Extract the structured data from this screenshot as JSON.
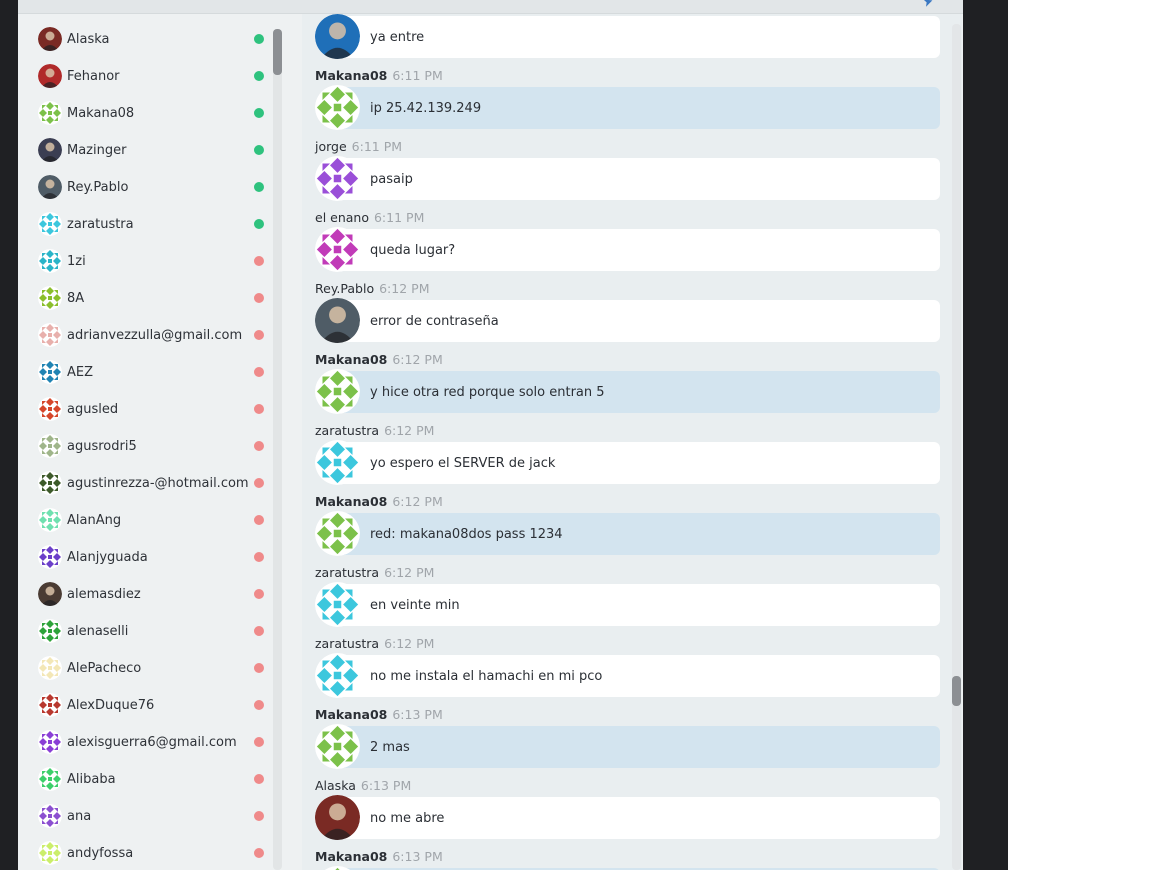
{
  "colors": {
    "online": "#2ec27e",
    "offline": "#ef8a8a",
    "own_bubble": "#d3e4ef",
    "other_bubble": "#ffffff",
    "accent": "#3a78c2"
  },
  "sidebar": {
    "users": [
      {
        "name": "Alaska",
        "status": "online",
        "avatar": {
          "type": "photo",
          "color": "#7a2a24"
        }
      },
      {
        "name": "Fehanor",
        "status": "online",
        "avatar": {
          "type": "photo",
          "color": "#b02a2a"
        }
      },
      {
        "name": "Makana08",
        "status": "online",
        "avatar": {
          "type": "identicon",
          "color": "#7cc14a"
        }
      },
      {
        "name": "Mazinger",
        "status": "online",
        "avatar": {
          "type": "photo",
          "color": "#3b3e52"
        }
      },
      {
        "name": "Rey.Pablo",
        "status": "online",
        "avatar": {
          "type": "photo",
          "color": "#4f5c66"
        }
      },
      {
        "name": "zaratustra",
        "status": "online",
        "avatar": {
          "type": "identicon",
          "color": "#3cc7dd"
        }
      },
      {
        "name": "1zi",
        "status": "offline",
        "avatar": {
          "type": "identicon",
          "color": "#2bb4c8"
        }
      },
      {
        "name": "8A",
        "status": "offline",
        "avatar": {
          "type": "identicon",
          "color": "#8bbf2c"
        }
      },
      {
        "name": "adrianvezzulla@gmail.com",
        "status": "offline",
        "avatar": {
          "type": "identicon",
          "color": "#e8b0ac"
        }
      },
      {
        "name": "AEZ",
        "status": "offline",
        "avatar": {
          "type": "identicon",
          "color": "#1f83b3"
        }
      },
      {
        "name": "agusled",
        "status": "offline",
        "avatar": {
          "type": "identicon",
          "color": "#d6462a"
        }
      },
      {
        "name": "agusrodri5",
        "status": "offline",
        "avatar": {
          "type": "identicon",
          "color": "#9fb58a"
        }
      },
      {
        "name": "agustinrezza-@hotmail.com",
        "status": "offline",
        "avatar": {
          "type": "identicon",
          "color": "#3d5a2a"
        }
      },
      {
        "name": "AlanAng",
        "status": "offline",
        "avatar": {
          "type": "identicon",
          "color": "#6fe0b0"
        }
      },
      {
        "name": "Alanjyguada",
        "status": "offline",
        "avatar": {
          "type": "identicon",
          "color": "#6b3fc9"
        }
      },
      {
        "name": "alemasdiez",
        "status": "offline",
        "avatar": {
          "type": "photo",
          "color": "#4a3b33"
        }
      },
      {
        "name": "alenaselli",
        "status": "offline",
        "avatar": {
          "type": "identicon",
          "color": "#2ea33a"
        }
      },
      {
        "name": "AlePacheco",
        "status": "offline",
        "avatar": {
          "type": "identicon",
          "color": "#f3e7b7"
        }
      },
      {
        "name": "AlexDuque76",
        "status": "offline",
        "avatar": {
          "type": "identicon",
          "color": "#b9382e"
        }
      },
      {
        "name": "alexisguerra6@gmail.com",
        "status": "offline",
        "avatar": {
          "type": "identicon",
          "color": "#8a3fd6"
        }
      },
      {
        "name": "Alibaba",
        "status": "offline",
        "avatar": {
          "type": "identicon",
          "color": "#3ccf6a"
        }
      },
      {
        "name": "ana",
        "status": "offline",
        "avatar": {
          "type": "identicon",
          "color": "#8b4fd0"
        }
      },
      {
        "name": "andyfossa",
        "status": "offline",
        "avatar": {
          "type": "identicon",
          "color": "#cbee6a"
        }
      }
    ]
  },
  "chat": {
    "top_message": {
      "text": "ya entre",
      "own": false,
      "avatar": {
        "type": "photo",
        "color": "#1f6fb8"
      }
    },
    "messages": [
      {
        "sender": "Makana08",
        "time": "6:11 PM",
        "text": "ip 25.42.139.249",
        "own": true,
        "avatar": {
          "type": "identicon",
          "color": "#7cc14a"
        }
      },
      {
        "sender": "jorge",
        "time": "6:11 PM",
        "text": "pasaip",
        "own": false,
        "avatar": {
          "type": "identicon",
          "color": "#9a4fd8"
        }
      },
      {
        "sender": "el enano",
        "time": "6:11 PM",
        "text": "queda lugar?",
        "own": false,
        "avatar": {
          "type": "identicon",
          "color": "#c13bb8"
        }
      },
      {
        "sender": "Rey.Pablo",
        "time": "6:12 PM",
        "text": "error de contraseña",
        "own": false,
        "avatar": {
          "type": "photo",
          "color": "#4f5c66"
        }
      },
      {
        "sender": "Makana08",
        "time": "6:12 PM",
        "text": "y hice otra red porque solo entran 5",
        "own": true,
        "avatar": {
          "type": "identicon",
          "color": "#7cc14a"
        }
      },
      {
        "sender": "zaratustra",
        "time": "6:12 PM",
        "text": "yo espero el SERVER de jack",
        "own": false,
        "avatar": {
          "type": "identicon",
          "color": "#3cc7dd"
        }
      },
      {
        "sender": "Makana08",
        "time": "6:12 PM",
        "text": "red: makana08dos pass 1234",
        "own": true,
        "avatar": {
          "type": "identicon",
          "color": "#7cc14a"
        }
      },
      {
        "sender": "zaratustra",
        "time": "6:12 PM",
        "text": "en veinte min",
        "own": false,
        "avatar": {
          "type": "identicon",
          "color": "#3cc7dd"
        }
      },
      {
        "sender": "zaratustra",
        "time": "6:12 PM",
        "text": "no me instala el hamachi en mi pco",
        "own": false,
        "avatar": {
          "type": "identicon",
          "color": "#3cc7dd"
        }
      },
      {
        "sender": "Makana08",
        "time": "6:13 PM",
        "text": "2 mas",
        "own": true,
        "avatar": {
          "type": "identicon",
          "color": "#7cc14a"
        }
      },
      {
        "sender": "Alaska",
        "time": "6:13 PM",
        "text": "no me abre",
        "own": false,
        "avatar": {
          "type": "photo",
          "color": "#7a2a24"
        }
      },
      {
        "sender": "Makana08",
        "time": "6:13 PM",
        "text": "",
        "own": true,
        "avatar": {
          "type": "identicon",
          "color": "#7cc14a"
        }
      }
    ]
  }
}
